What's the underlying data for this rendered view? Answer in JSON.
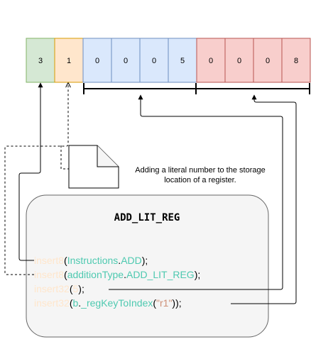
{
  "cells": [
    {
      "value": "3",
      "fill": "#d5e8d4",
      "stroke": "#82b366"
    },
    {
      "value": "1",
      "fill": "#ffe6cc",
      "stroke": "#d79b00"
    },
    {
      "value": "0",
      "fill": "#dae8fc",
      "stroke": "#6c8ebf"
    },
    {
      "value": "0",
      "fill": "#dae8fc",
      "stroke": "#6c8ebf"
    },
    {
      "value": "0",
      "fill": "#dae8fc",
      "stroke": "#6c8ebf"
    },
    {
      "value": "5",
      "fill": "#dae8fc",
      "stroke": "#6c8ebf"
    },
    {
      "value": "0",
      "fill": "#f8cecc",
      "stroke": "#b85450"
    },
    {
      "value": "0",
      "fill": "#f8cecc",
      "stroke": "#b85450"
    },
    {
      "value": "0",
      "fill": "#f8cecc",
      "stroke": "#b85450"
    },
    {
      "value": "8",
      "fill": "#f8cecc",
      "stroke": "#b85450"
    }
  ],
  "note": {
    "line1": "Adding a literal number to the storage",
    "line2": "location of a register."
  },
  "box": {
    "title": "ADD_LIT_REG",
    "fill": "#f5f5f5",
    "stroke": "#666666"
  },
  "code_colors": {
    "fn": "#ffe6cc",
    "ident": "#4ec9b0",
    "punct": "#000000",
    "number": "#ffe6cc",
    "string": "#ce9178"
  },
  "code_lines": [
    [
      {
        "t": "insert8",
        "c": "fn"
      },
      {
        "t": "(",
        "c": "punct"
      },
      {
        "t": "Instructions",
        "c": "ident"
      },
      {
        "t": ".",
        "c": "punct"
      },
      {
        "t": "ADD",
        "c": "ident"
      },
      {
        "t": ");",
        "c": "punct"
      }
    ],
    [
      {
        "t": "insert8",
        "c": "fn"
      },
      {
        "t": "(",
        "c": "punct"
      },
      {
        "t": "additionType",
        "c": "ident"
      },
      {
        "t": ".",
        "c": "punct"
      },
      {
        "t": "ADD_LIT_REG",
        "c": "ident"
      },
      {
        "t": ");",
        "c": "punct"
      }
    ],
    [
      {
        "t": "insert32",
        "c": "fn"
      },
      {
        "t": "(",
        "c": "punct"
      },
      {
        "t": "5",
        "c": "number"
      },
      {
        "t": ");",
        "c": "punct"
      }
    ],
    [
      {
        "t": "insert32",
        "c": "fn"
      },
      {
        "t": "(",
        "c": "punct"
      },
      {
        "t": "b",
        "c": "ident"
      },
      {
        "t": ".",
        "c": "punct"
      },
      {
        "t": "_regKeyToIndex",
        "c": "ident"
      },
      {
        "t": "(",
        "c": "punct"
      },
      {
        "t": "\"r1\"",
        "c": "string"
      },
      {
        "t": "));",
        "c": "punct"
      }
    ]
  ]
}
